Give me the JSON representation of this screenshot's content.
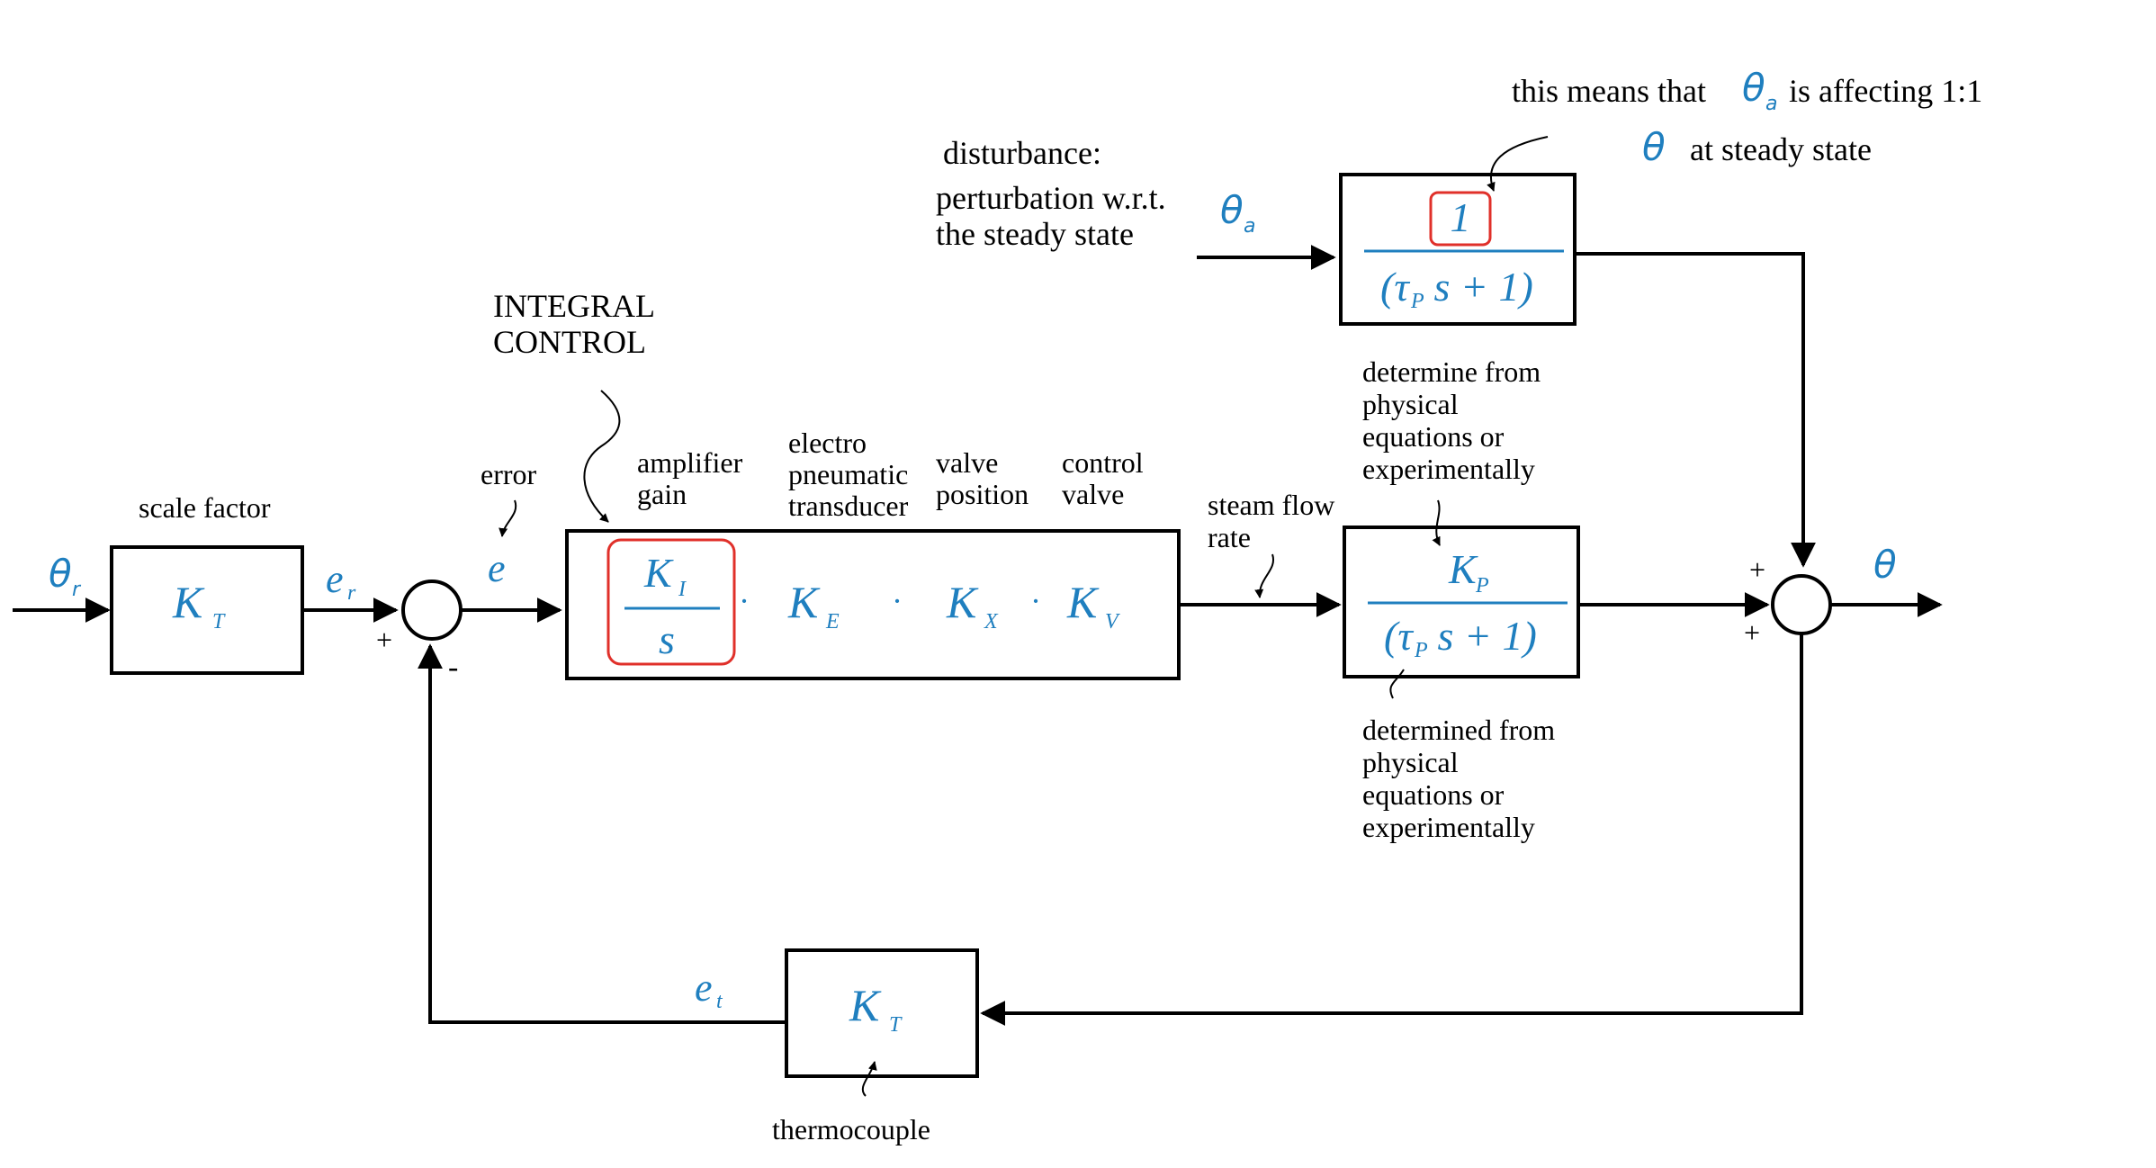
{
  "annotations": {
    "note_line1_pre": "this means that",
    "note_line1_post": "is affecting 1:1",
    "note_line2_post": "at steady state",
    "disturbance": "disturbance:",
    "perturbation_line1": "perturbation w.r.t.",
    "perturbation_line2": "the steady state",
    "integral_line1": "INTEGRAL",
    "integral_line2": "CONTROL",
    "scale_factor": "scale factor",
    "error": "error",
    "amplifier_line1": "amplifier",
    "amplifier_line2": "gain",
    "electro_line1": "electro",
    "electro_line2": "pneumatic",
    "electro_line3": "transducer",
    "valve_pos_line1": "valve",
    "valve_pos_line2": "position",
    "control_valve_line1": "control",
    "control_valve_line2": "valve",
    "steam_line1": "steam flow",
    "steam_line2": "rate",
    "determine_line1": "determine from",
    "determine_line2": "physical",
    "determine_line3": "equations or",
    "determine_line4": "experimentally",
    "determined_line1": "determined from",
    "determined_line2": "physical",
    "determined_line3": "equations or",
    "determined_line4": "experimentally",
    "thermocouple": "thermocouple"
  },
  "signals": {
    "theta_r": "θ",
    "theta_r_sub": "r",
    "e_r": "e",
    "e_r_sub": "r",
    "e": "e",
    "theta_a": "θ",
    "theta_a_sub": "a",
    "theta": "θ",
    "e_t": "e",
    "e_t_sub": "t"
  },
  "signs": {
    "sum1_plus": "+",
    "sum1_minus": "-",
    "sum2_top": "+",
    "sum2_bottom": "+"
  },
  "blocks": {
    "scale": {
      "K": "K",
      "sub": "T"
    },
    "controller": {
      "ki_num": "K",
      "ki_num_sub": "I",
      "ki_den": "s",
      "dot": "·",
      "ke": "K",
      "ke_sub": "E",
      "kx": "K",
      "kx_sub": "X",
      "kv": "K",
      "kv_sub": "V"
    },
    "disturbance": {
      "num": "1",
      "den_open": "(τ",
      "den_sub": "P",
      "den_rest": " s + 1)"
    },
    "process": {
      "num": "K",
      "num_sub": "P",
      "den_open": "(τ",
      "den_sub": "P",
      "den_rest": " s + 1)"
    },
    "thermocouple": {
      "K": "K",
      "sub": "T"
    }
  },
  "colors": {
    "math": "#1f7fbf",
    "highlight": "#e0302a",
    "line": "#000000"
  }
}
